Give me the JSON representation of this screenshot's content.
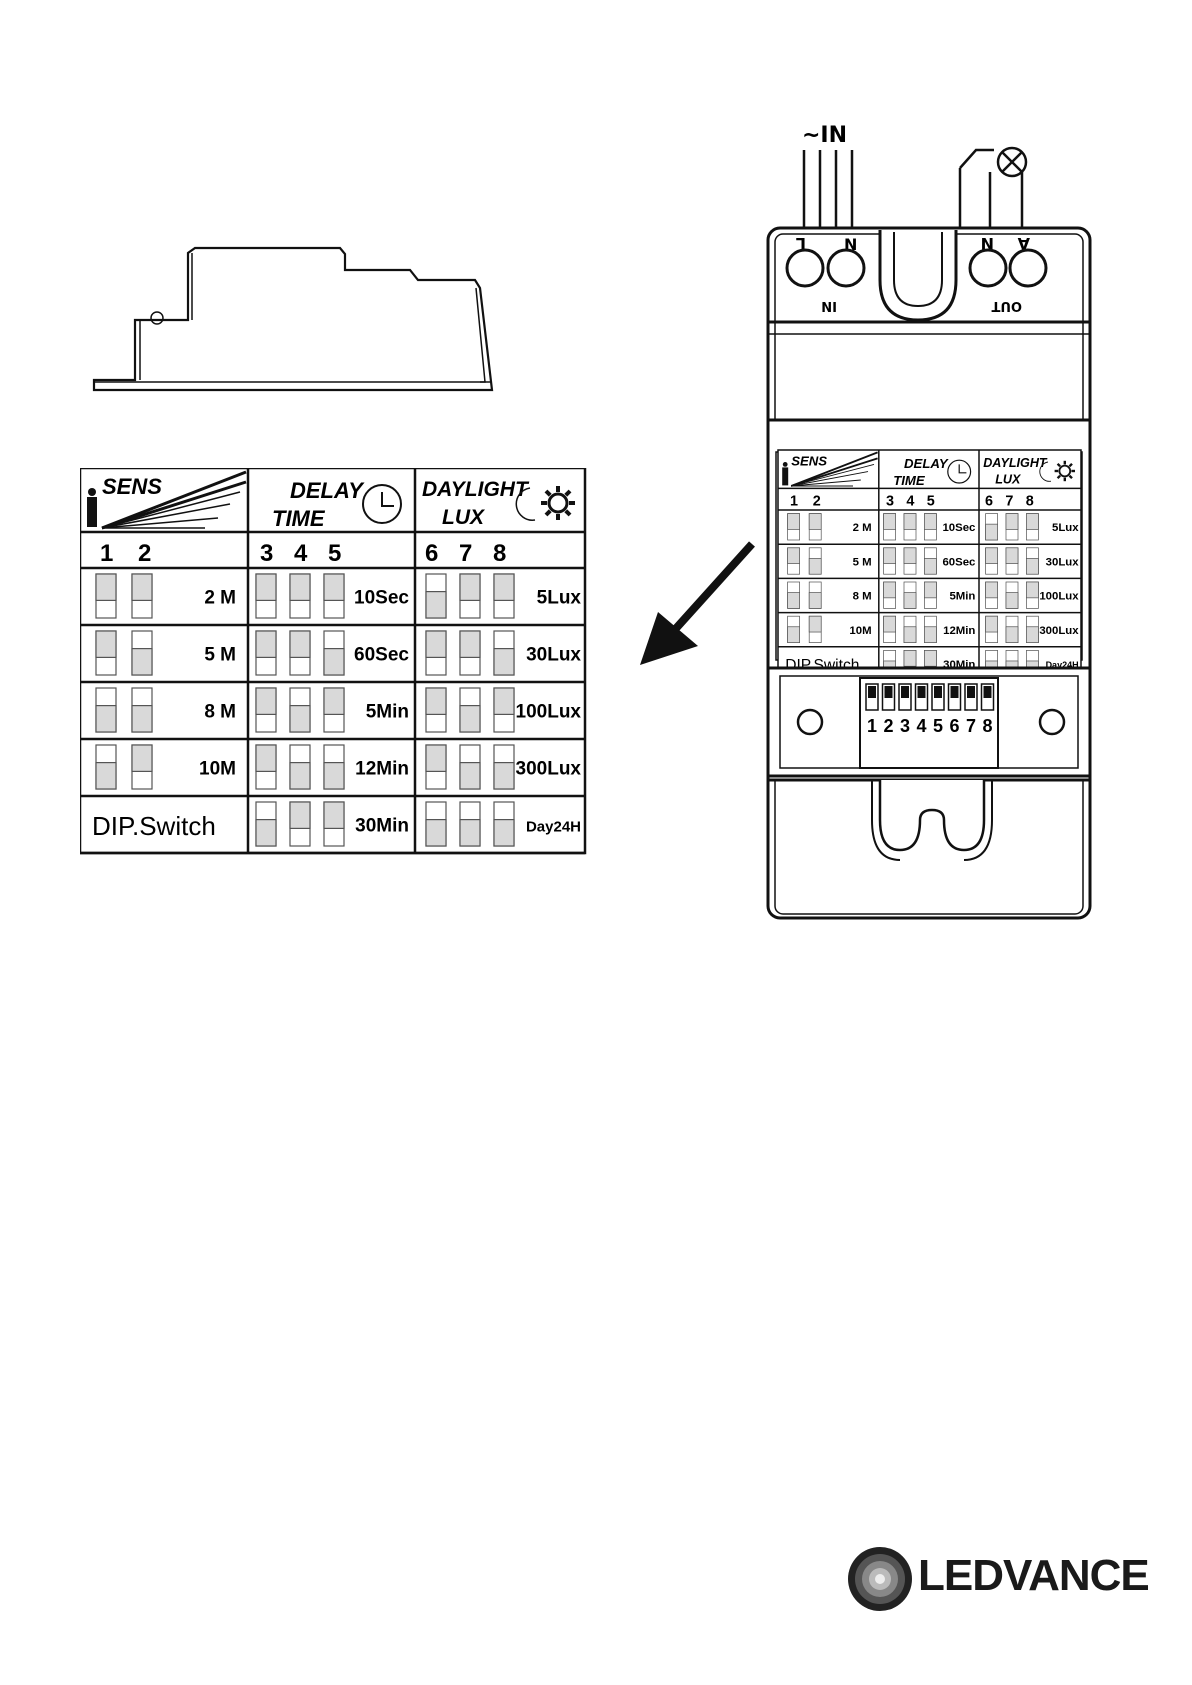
{
  "wiring": {
    "input_label": "~IN",
    "terminals": [
      "L",
      "N",
      "N",
      "A"
    ],
    "in_label": "IN",
    "out_label": "OUT",
    "lamp_icon": "lamp-cross-icon"
  },
  "table": {
    "headers": {
      "sens": "SENS",
      "delay_line1": "DELAY",
      "delay_line2": "TIME",
      "daylight_line1": "DAYLIGHT",
      "daylight_line2": "LUX"
    },
    "switch_numbers": {
      "sens": [
        "1",
        "2"
      ],
      "delay": [
        "3",
        "4",
        "5"
      ],
      "daylight": [
        "6",
        "7",
        "8"
      ]
    },
    "rows": [
      {
        "sens": "2 M",
        "delay": "10Sec",
        "lux": "5Lux"
      },
      {
        "sens": "5 M",
        "delay": "60Sec",
        "lux": "30Lux"
      },
      {
        "sens": "8 M",
        "delay": "5Min",
        "lux": "100Lux"
      },
      {
        "sens": "10M",
        "delay": "12Min",
        "lux": "300Lux"
      },
      {
        "sens": "DIP.Switch",
        "delay": "30Min",
        "lux": "Day24H"
      }
    ],
    "sens_states": [
      [
        0,
        0
      ],
      [
        0,
        1
      ],
      [
        1,
        1
      ],
      [
        1,
        0
      ]
    ],
    "delay_states": [
      [
        0,
        0,
        0
      ],
      [
        0,
        0,
        1
      ],
      [
        0,
        1,
        0
      ],
      [
        0,
        1,
        1
      ],
      [
        1,
        0,
        0
      ]
    ],
    "lux_states": [
      [
        1,
        0,
        0
      ],
      [
        0,
        0,
        1
      ],
      [
        0,
        1,
        0
      ],
      [
        0,
        1,
        1
      ],
      [
        1,
        1,
        1
      ]
    ]
  },
  "dip_numbers": [
    "1",
    "2",
    "3",
    "4",
    "5",
    "6",
    "7",
    "8"
  ],
  "brand": {
    "name": "LEDVANCE"
  }
}
